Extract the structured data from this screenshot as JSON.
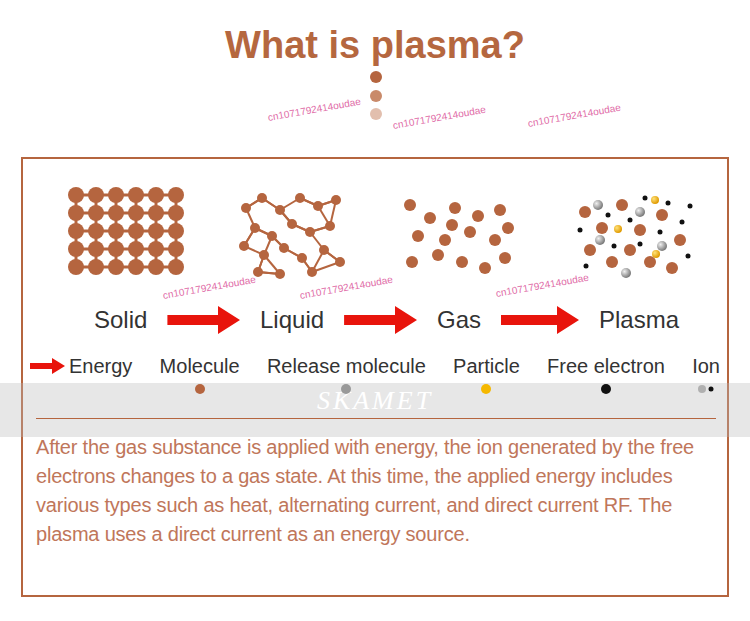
{
  "diagram": {
    "title": "What is plasma?",
    "caption": "After the gas substance is applied with energy, the ion generated by the free electrons changes to a gas state. At this time, the applied energy includes various types such as heat, alternating current, and direct current RF. The plasma uses a direct current as an energy source.",
    "nodes": [
      {
        "text": [
          "Solid"
        ]
      },
      {
        "text": [
          "Liquid"
        ]
      },
      {
        "text": [
          "Gas"
        ]
      },
      {
        "text": [
          "Plasma"
        ]
      }
    ],
    "edges": [
      {
        "from": 0,
        "to": 1,
        "arrow": "to"
      },
      {
        "from": 1,
        "to": 2,
        "arrow": "to"
      },
      {
        "from": 2,
        "to": 3,
        "arrow": "to"
      }
    ],
    "labels": [
      "cn1071792414oudae",
      "cn1071792414oudae",
      "cn1071792414oudae",
      "cn1071792414oudae",
      "cn1071792414oudae",
      "cn1071792414oudae",
      "SKAMET"
    ],
    "legend": [
      {
        "text": "Energy"
      },
      {
        "text": "Molecule",
        "color": "#b5653f"
      },
      {
        "text": "Release molecule",
        "color": "#999999"
      },
      {
        "text": "Particle",
        "color": "#f5b800"
      },
      {
        "text": "Free electron",
        "color": "#111111"
      },
      {
        "text": "Ion"
      }
    ]
  }
}
